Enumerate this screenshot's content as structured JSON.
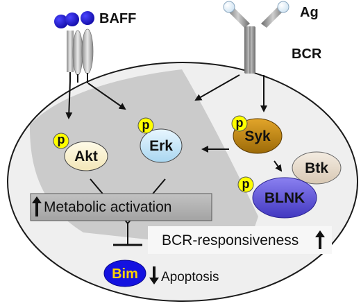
{
  "receptors": {
    "baff": "BAFF",
    "ag": "Ag",
    "bcr": "BCR"
  },
  "nodes": {
    "akt": "Akt",
    "erk": "Erk",
    "syk": "Syk",
    "btk": "Btk",
    "blnk": "BLNK",
    "bim": "Bim"
  },
  "phospho_label": "p",
  "boxes": {
    "metabolic": "Metabolic activation",
    "bcr_responsiveness": "BCR-responsiveness"
  },
  "outcome": {
    "apoptosis": "Apoptosis"
  },
  "colors": {
    "baff_head": "#1a12d8",
    "akt": "#fbf4d6",
    "erk": "#cdeaf8",
    "syk": "#c98a10",
    "btk": "#e9ddd0",
    "blnk": "#5d52d9",
    "bim": "#1412e0",
    "bim_text": "#ffd400",
    "phospho": "#ffff00"
  }
}
